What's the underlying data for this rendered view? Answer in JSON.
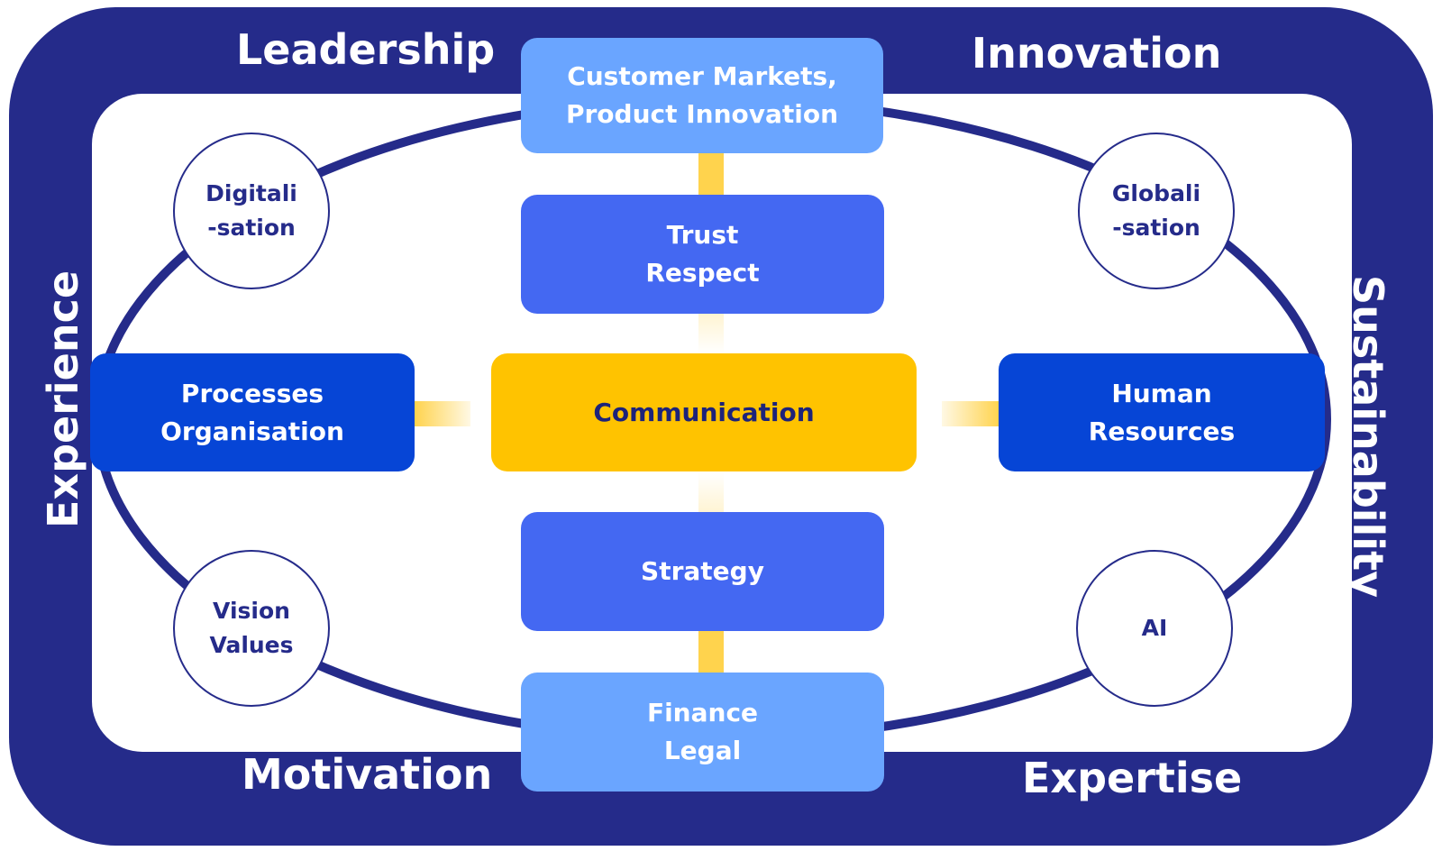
{
  "outer_frame": {
    "top_left": "Leadership",
    "top_right": "Innovation",
    "bottom_left": "Motivation",
    "bottom_right": "Expertise",
    "left": "Experience",
    "right": "Sustainability"
  },
  "boxes": {
    "top": [
      "Customer Markets,",
      "Product Innovation"
    ],
    "upper": [
      "Trust",
      "Respect"
    ],
    "center": [
      "Communication"
    ],
    "lower": [
      "Strategy"
    ],
    "bottom": [
      "Finance",
      "Legal"
    ],
    "left": [
      "Processes",
      "Organisation"
    ],
    "right": [
      "Human",
      "Resources"
    ]
  },
  "circles": {
    "top_left": [
      "Digitali",
      "-sation"
    ],
    "top_right": [
      "Globali",
      "-sation"
    ],
    "bottom_left": [
      "Vision",
      "Values"
    ],
    "bottom_right": [
      "AI"
    ]
  },
  "colors": {
    "frame": "#252b8a",
    "box_light": "#6aa5ff",
    "box_mid": "#4468f2",
    "box_dark": "#0645d6",
    "center": "#ffc300",
    "connector": "#ffd34d"
  }
}
